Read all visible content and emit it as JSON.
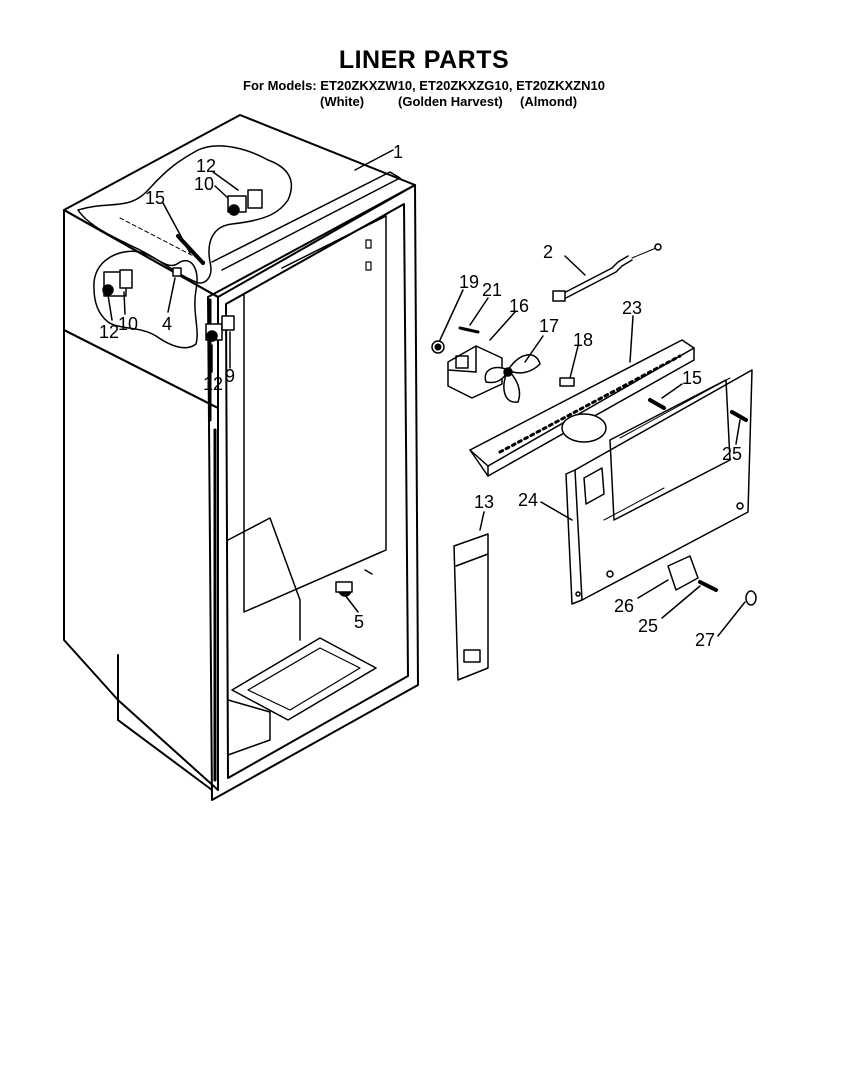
{
  "header": {
    "title": "LINER PARTS",
    "models": "For Models: ET20ZKXZW10, ET20ZKXZG10, ET20ZKXZN10",
    "colors": [
      "(White)",
      "(Golden Harvest)",
      "(Almond)"
    ]
  },
  "callouts": [
    {
      "label": "1"
    },
    {
      "label": "2"
    },
    {
      "label": "12"
    },
    {
      "label": "10"
    },
    {
      "label": "15"
    },
    {
      "label": "4"
    },
    {
      "label": "12"
    },
    {
      "label": "10"
    },
    {
      "label": "12"
    },
    {
      "label": "9"
    },
    {
      "label": "19"
    },
    {
      "label": "21"
    },
    {
      "label": "16"
    },
    {
      "label": "17"
    },
    {
      "label": "18"
    },
    {
      "label": "23"
    },
    {
      "label": "15"
    },
    {
      "label": "25"
    },
    {
      "label": "13"
    },
    {
      "label": "24"
    },
    {
      "label": "5"
    },
    {
      "label": "26"
    },
    {
      "label": "25"
    },
    {
      "label": "27"
    }
  ]
}
